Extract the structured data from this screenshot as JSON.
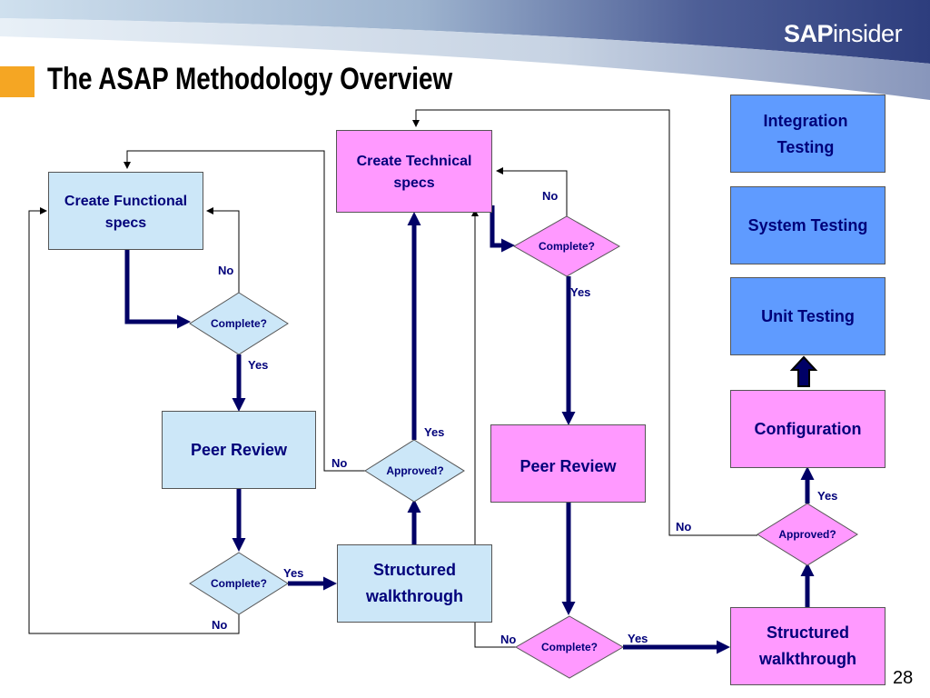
{
  "slide": {
    "title": "The ASAP Methodology Overview",
    "logo": {
      "bold": "SAP",
      "regular": "insider"
    },
    "page_number": "28"
  },
  "boxes": {
    "create_functional": "Create Functional\nspecs",
    "create_technical": "Create Technical\nspecs",
    "peer_review_1": "Peer Review",
    "peer_review_2": "Peer Review",
    "structured_walkthrough_1": "Structured\nwalkthrough",
    "structured_walkthrough_2": "Structured\nwalkthrough",
    "integration_testing": "Integration\nTesting",
    "system_testing": "System Testing",
    "unit_testing": "Unit Testing",
    "configuration": "Configuration"
  },
  "decisions": {
    "complete_1": "Complete?",
    "complete_2": "Complete?",
    "complete_3": "Complete?",
    "complete_4": "Complete?",
    "approved_1": "Approved?",
    "approved_2": "Approved?"
  },
  "labels": {
    "no_1": "No",
    "yes_1": "Yes",
    "yes_2": "Yes",
    "no_2": "No",
    "no_3": "No",
    "yes_3": "Yes",
    "no_4": "No",
    "yes_4": "Yes",
    "no_5": "No",
    "yes_5": "Yes",
    "no_6": "No",
    "yes_6": "Yes"
  },
  "colors": {
    "arrow": "#000066",
    "light_blue": "#cce7f8",
    "pink": "#ff99ff",
    "blue": "#5f9bff",
    "title_accent": "#f5a623"
  }
}
